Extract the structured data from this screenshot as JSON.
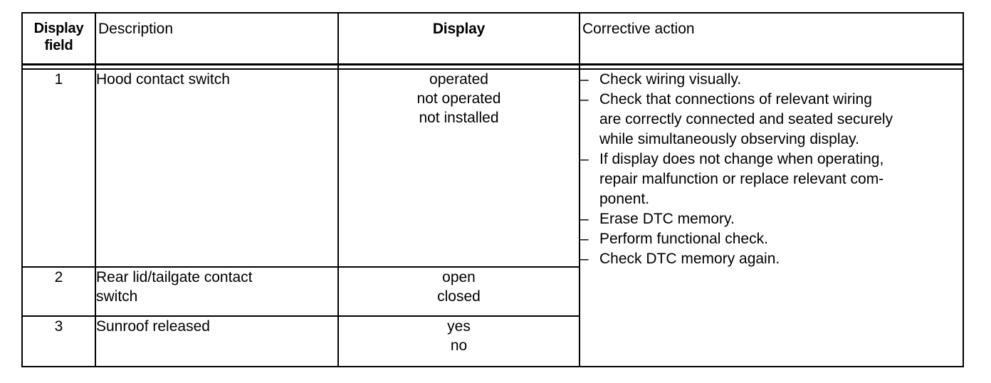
{
  "document": {
    "type": "diagnostic-trouble-code-table",
    "background_color": "#ffffff",
    "text_color": "#000000"
  },
  "table": {
    "headers": {
      "display_field": "Display\nfield",
      "display_field_line1": "Display",
      "display_field_line2": "field",
      "description": "Description",
      "display": "Display",
      "corrective_action": "Corrective action"
    },
    "rows": [
      {
        "field": "1",
        "description_lines": [
          "Hood contact switch"
        ],
        "display_values": [
          "operated",
          "not operated",
          "not installed"
        ]
      },
      {
        "field": "2",
        "description_lines": [
          "Rear lid/tailgate contact",
          "switch"
        ],
        "display_values": [
          "open",
          "closed"
        ]
      },
      {
        "field": "3",
        "description_lines": [
          "Sunroof released"
        ],
        "display_values": [
          "yes",
          "no"
        ]
      }
    ],
    "corrective_action": {
      "bullet_glyph": "–",
      "items": [
        {
          "lines": [
            "Check wiring visually."
          ]
        },
        {
          "lines": [
            "Check that connections of relevant wiring",
            "are correctly connected and seated securely",
            "while simultaneously observing display."
          ]
        },
        {
          "lines": [
            "If display does not change when operating,",
            "repair malfunction or replace relevant com-",
            "ponent."
          ]
        },
        {
          "lines": [
            "Erase DTC memory."
          ]
        },
        {
          "lines": [
            "Perform functional check."
          ]
        },
        {
          "lines": [
            "Check DTC memory again."
          ]
        }
      ]
    }
  }
}
